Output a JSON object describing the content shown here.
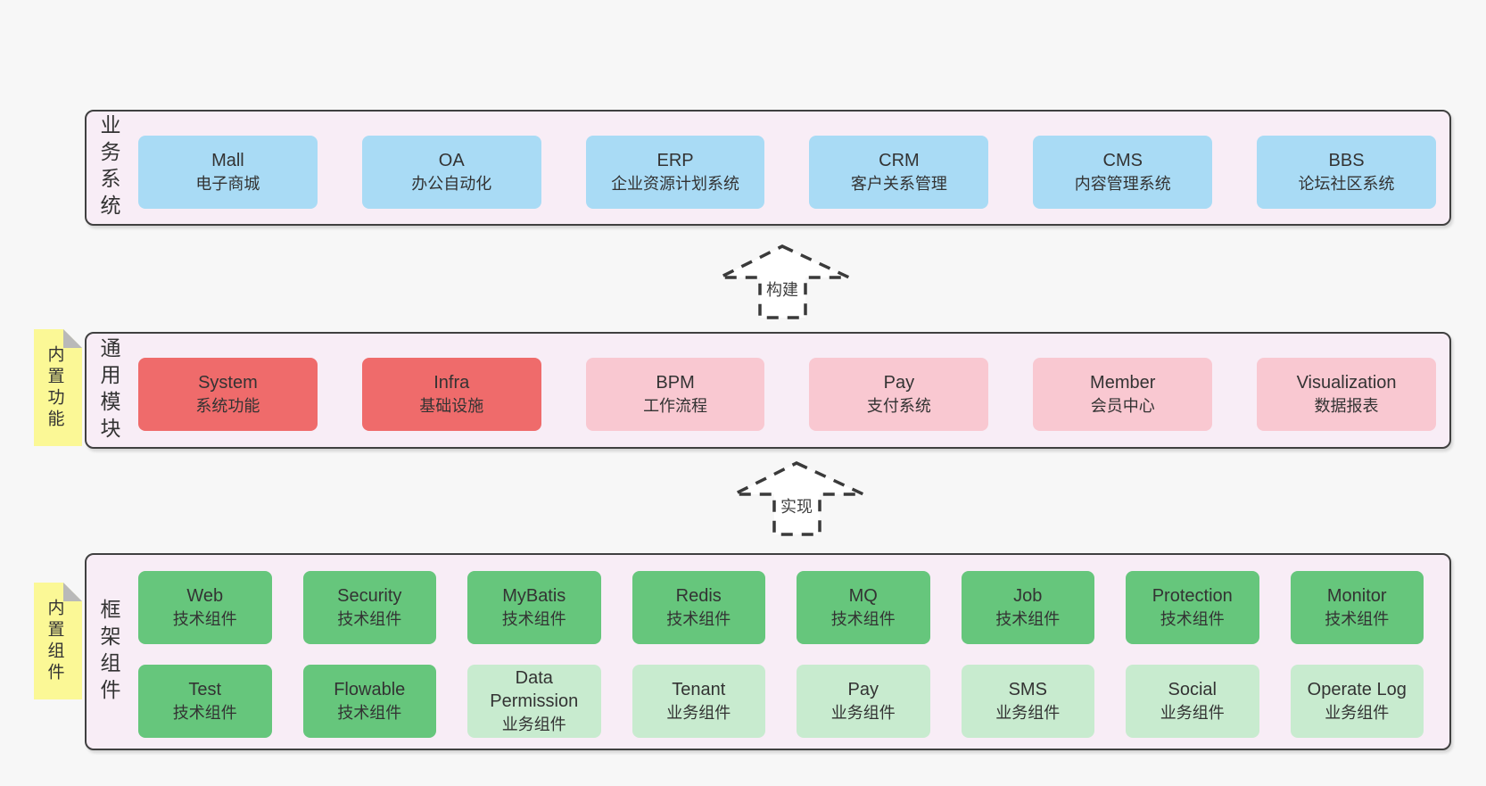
{
  "colors": {
    "blue": "#a9dbf5",
    "red": "#ef6b6b",
    "pink": "#f9c8d1",
    "green": "#66c67c",
    "lightgreen": "#c8ebcf",
    "container_fill": "#f8edf6",
    "container_border": "#404040",
    "note_yellow": "#fbf896",
    "note_fold_gray": "#b9b9b9",
    "text": "#333333",
    "page_bg": "#f7f7f7"
  },
  "layers": [
    {
      "id": "business-systems",
      "label": "业务系统",
      "note": null,
      "rows": [
        [
          {
            "name": "Mall",
            "desc": "电子商城",
            "color": "blue"
          },
          {
            "name": "OA",
            "desc": "办公自动化",
            "color": "blue"
          },
          {
            "name": "ERP",
            "desc": "企业资源计划系统",
            "color": "blue"
          },
          {
            "name": "CRM",
            "desc": "客户关系管理",
            "color": "blue"
          },
          {
            "name": "CMS",
            "desc": "内容管理系统",
            "color": "blue"
          },
          {
            "name": "BBS",
            "desc": "论坛社区系统",
            "color": "blue"
          }
        ]
      ]
    },
    {
      "id": "common-modules",
      "label": "通用模块",
      "note": "内置功能",
      "rows": [
        [
          {
            "name": "System",
            "desc": "系统功能",
            "color": "red"
          },
          {
            "name": "Infra",
            "desc": "基础设施",
            "color": "red"
          },
          {
            "name": "BPM",
            "desc": "工作流程",
            "color": "pink"
          },
          {
            "name": "Pay",
            "desc": "支付系统",
            "color": "pink"
          },
          {
            "name": "Member",
            "desc": "会员中心",
            "color": "pink"
          },
          {
            "name": "Visualization",
            "desc": "数据报表",
            "color": "pink"
          }
        ]
      ]
    },
    {
      "id": "framework-components",
      "label": "框架组件",
      "note": "内置组件",
      "rows": [
        [
          {
            "name": "Web",
            "desc": "技术组件",
            "color": "green"
          },
          {
            "name": "Security",
            "desc": "技术组件",
            "color": "green"
          },
          {
            "name": "MyBatis",
            "desc": "技术组件",
            "color": "green"
          },
          {
            "name": "Redis",
            "desc": "技术组件",
            "color": "green"
          },
          {
            "name": "MQ",
            "desc": "技术组件",
            "color": "green"
          },
          {
            "name": "Job",
            "desc": "技术组件",
            "color": "green"
          },
          {
            "name": "Protection",
            "desc": "技术组件",
            "color": "green"
          },
          {
            "name": "Monitor",
            "desc": "技术组件",
            "color": "green"
          }
        ],
        [
          {
            "name": "Test",
            "desc": "技术组件",
            "color": "green"
          },
          {
            "name": "Flowable",
            "desc": "技术组件",
            "color": "green"
          },
          {
            "name": "Data Permission",
            "desc": "业务组件",
            "color": "lightgreen"
          },
          {
            "name": "Tenant",
            "desc": "业务组件",
            "color": "lightgreen"
          },
          {
            "name": "Pay",
            "desc": "业务组件",
            "color": "lightgreen"
          },
          {
            "name": "SMS",
            "desc": "业务组件",
            "color": "lightgreen"
          },
          {
            "name": "Social",
            "desc": "业务组件",
            "color": "lightgreen"
          },
          {
            "name": "Operate Log",
            "desc": "业务组件",
            "color": "lightgreen"
          }
        ]
      ]
    }
  ],
  "arrows": [
    {
      "label": "构建"
    },
    {
      "label": "实现"
    }
  ]
}
